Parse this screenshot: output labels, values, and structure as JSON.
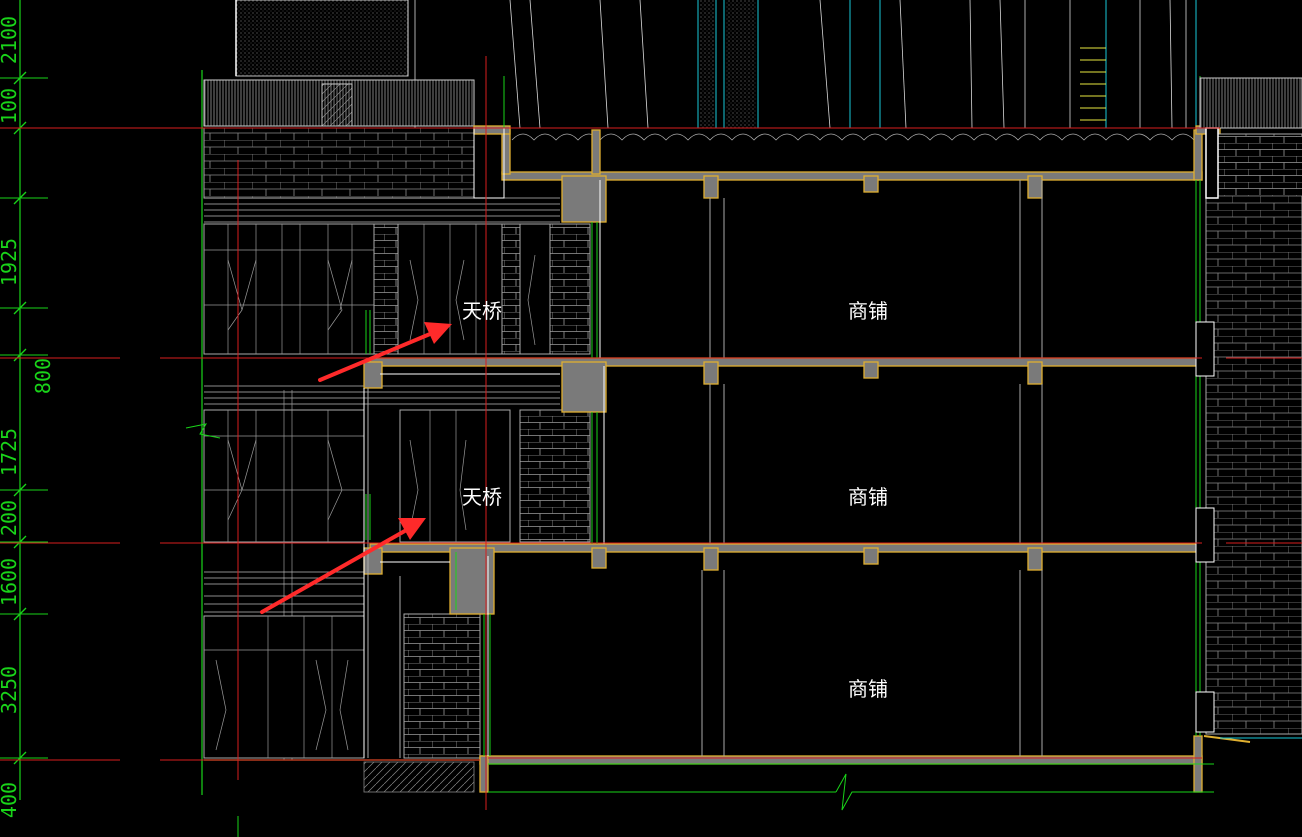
{
  "drawing": {
    "type": "cad-section-elevation",
    "labels": {
      "bridge_upper": "天桥",
      "bridge_lower": "天桥",
      "shop_floor3": "商铺",
      "shop_floor2": "商铺",
      "shop_floor1": "商铺"
    },
    "dimensions": [
      "2100",
      "100",
      "1925",
      "800",
      "1725",
      "200",
      "1600",
      "3250",
      "400"
    ],
    "annotation_arrows": 2,
    "colors": {
      "background": "#000000",
      "slab_fill": "#7a7a7a",
      "slab_edge": "#e0b030",
      "gridline": "#d81e1e",
      "dimension": "#19d419",
      "cyan_lines": "#18c8d8",
      "arrow": "#ff2a2a",
      "linework": "#ffffff"
    }
  }
}
